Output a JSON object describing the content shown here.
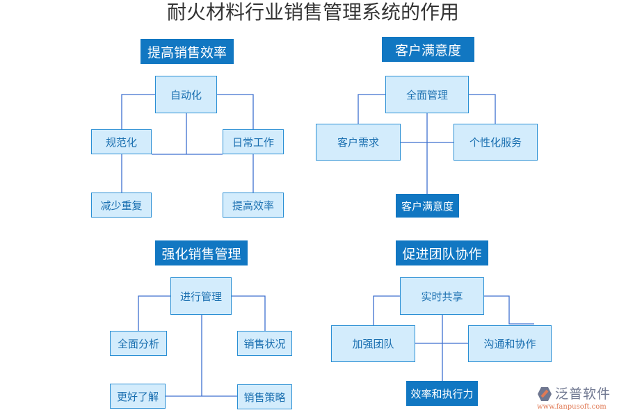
{
  "title": "耐火材料行业销售管理系统的作用",
  "sections": [
    {
      "header": "提高销售效率",
      "root": "自动化",
      "left": "规范化",
      "right": "日常工作",
      "bottom_left": "减少重复",
      "bottom_right": "提高效率"
    },
    {
      "header": "客户满意度",
      "root": "全面管理",
      "left": "客户需求",
      "right": "个性化服务",
      "bottom": "客户满意度"
    },
    {
      "header": "强化销售管理",
      "root": "进行管理",
      "left": "全面分析",
      "right": "销售状况",
      "bottom_left": "更好了解",
      "bottom_right": "销售策略"
    },
    {
      "header": "促进团队协作",
      "root": "实时共享",
      "left": "加强团队",
      "right": "沟通和协作",
      "bottom": "效率和执行力"
    }
  ],
  "logo": {
    "name": "泛普软件",
    "url": "www.fanpusoft.com"
  },
  "colors": {
    "header": "#1177c2",
    "box_fill": "#d3ecfc",
    "box_border": "#2a8fd4",
    "line": "#3d6fcf"
  }
}
